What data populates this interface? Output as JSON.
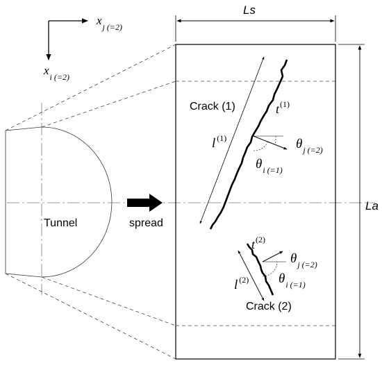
{
  "axes": {
    "x_j_main": "x",
    "x_j_sub": "j (=2)",
    "x_i_main": "x",
    "x_i_sub": "i (=2)"
  },
  "dimensions": {
    "width_label": "Ls",
    "height_label": "La"
  },
  "tunnel": {
    "label": "Tunnel"
  },
  "spread": {
    "label": "spread"
  },
  "crack1": {
    "label": "Crack (1)",
    "length_main": "l",
    "length_sup": "(1)",
    "thickness_main": "t",
    "thickness_sup": "(1)",
    "theta_j_main": "θ",
    "theta_j_sub": "j (=2)",
    "theta_i_main": "θ",
    "theta_i_sub": "i (=1)"
  },
  "crack2": {
    "label": "Crack (2)",
    "length_main": "l",
    "length_sup": "(2)",
    "thickness_main": "t",
    "thickness_sup": "(2)",
    "theta_j_main": "θ",
    "theta_j_sub": "j (=2)",
    "theta_i_main": "θ",
    "theta_i_sub": "i (=1)"
  }
}
